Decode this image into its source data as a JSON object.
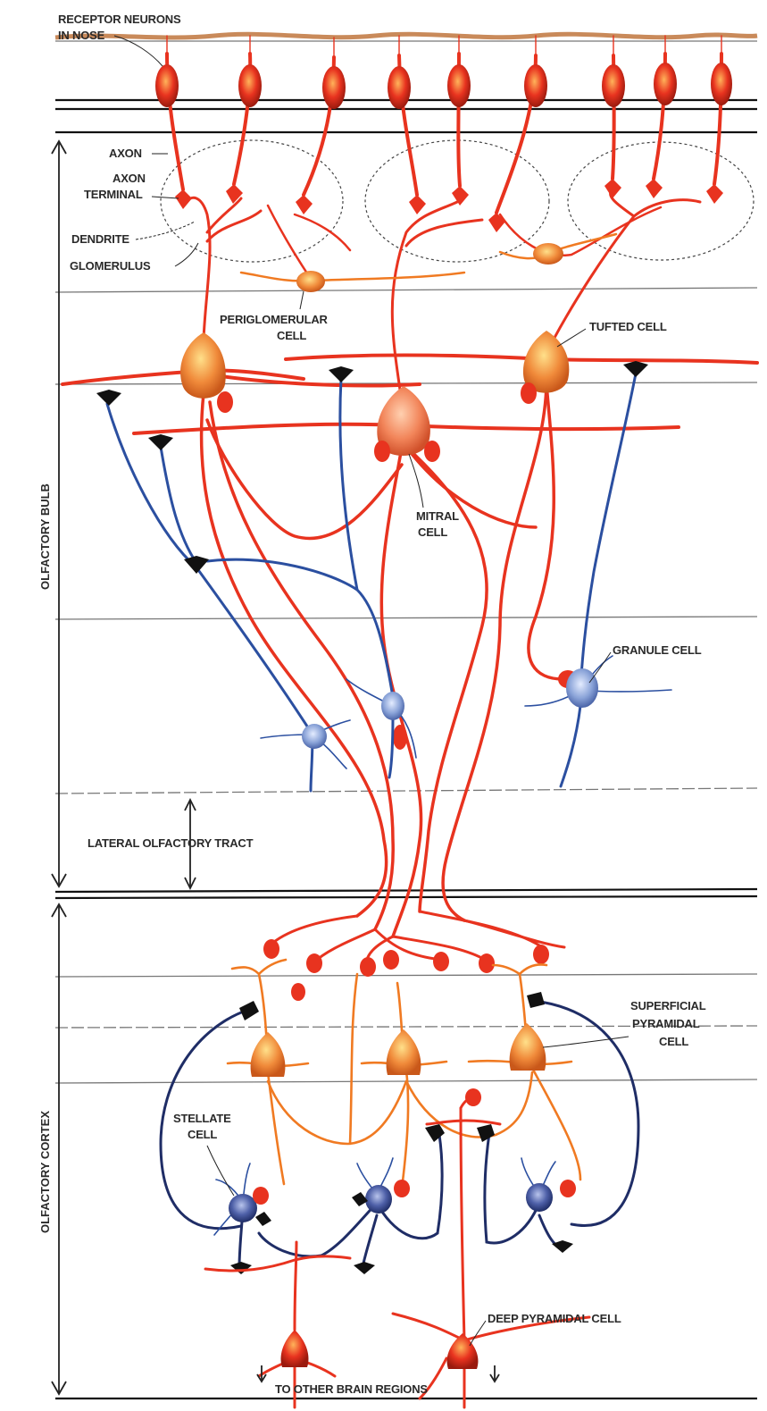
{
  "labels": {
    "receptor_neurons": [
      "RECEPTOR NEURONS",
      "IN NOSE"
    ],
    "axon": "AXON",
    "axon_terminal": [
      "AXON",
      "TERMINAL"
    ],
    "dendrite": "DENDRITE",
    "glomerulus": "GLOMERULUS",
    "periglomerular_cell": [
      "PERIGLOMERULAR",
      "CELL"
    ],
    "tufted_cell": "TUFTED CELL",
    "mitral_cell": [
      "MITRAL",
      "CELL"
    ],
    "granule_cell": "GRANULE CELL",
    "lateral_olfactory_tract": "LATERAL OLFACTORY TRACT",
    "superficial_pyramidal_cell": [
      "SUPERFICIAL",
      "PYRAMIDAL",
      "CELL"
    ],
    "stellate_cell": [
      "STELLATE",
      "CELL"
    ],
    "deep_pyramidal_cell": "DEEP PYRAMIDAL CELL",
    "to_other_brain_regions": "TO OTHER BRAIN REGIONS",
    "olfactory_bulb": "OLFACTORY BULB",
    "olfactory_cortex": "OLFACTORY CORTEX"
  },
  "colors": {
    "excitatory_neuron": "#e8331f",
    "mitral_tufted_body": "#f08a3a",
    "inhibitory_neuron": "#2b4fa0",
    "inhibitory_terminal": "#111111",
    "nasal_membrane": "#c98a5a"
  }
}
